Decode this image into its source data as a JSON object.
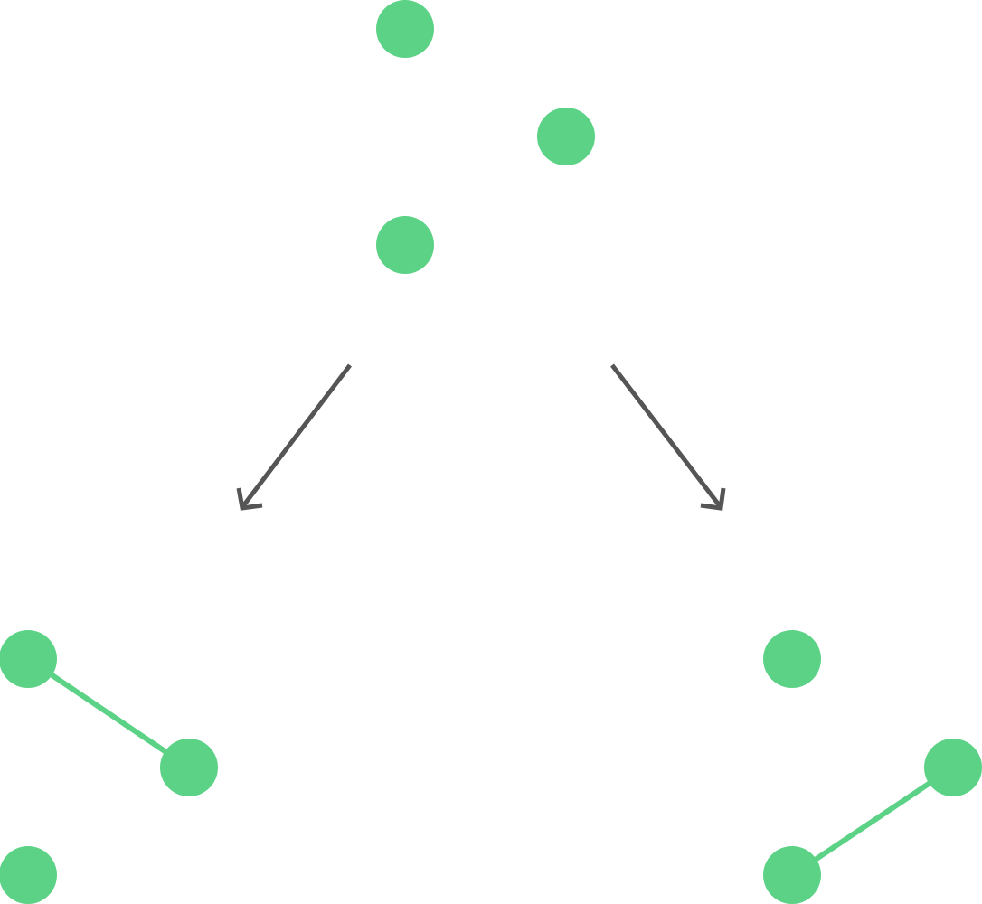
{
  "colors": {
    "node": "#5cd286",
    "edge": "#5cd286",
    "arrow": "#555555",
    "background": "#ffffff"
  },
  "graphs": [
    {
      "id": "top",
      "nodes": [
        "a",
        "b",
        "c"
      ],
      "edges": []
    },
    {
      "id": "bottom-left",
      "nodes": [
        "a",
        "b",
        "c"
      ],
      "edges": [
        [
          "a",
          "b"
        ]
      ]
    },
    {
      "id": "bottom-right",
      "nodes": [
        "a",
        "b",
        "c"
      ],
      "edges": [
        [
          "b",
          "c"
        ]
      ]
    }
  ],
  "transitions": [
    {
      "from": "top",
      "to": "bottom-left"
    },
    {
      "from": "top",
      "to": "bottom-right"
    }
  ]
}
